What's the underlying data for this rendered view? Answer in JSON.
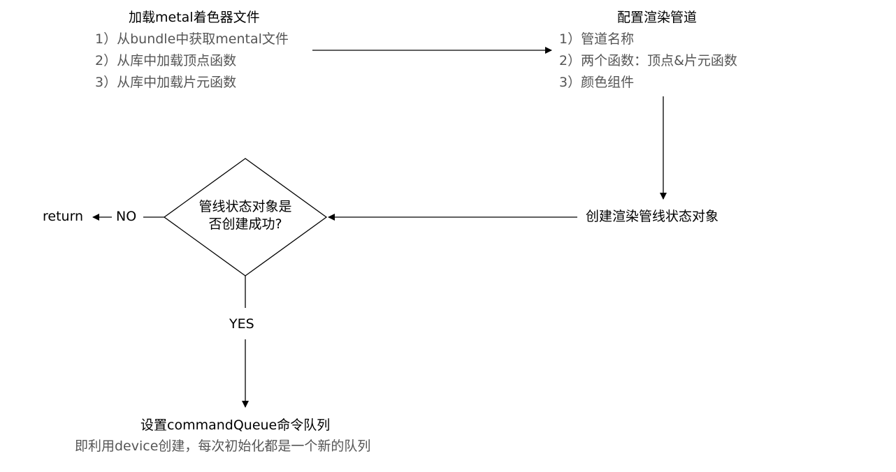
{
  "colors": {
    "line": "#000000",
    "primary_text": "#000000",
    "secondary_text": "#555555",
    "background": "#ffffff"
  },
  "load_shader": {
    "title": "加载metal着色器文件",
    "steps": [
      "1）从bundle中获取mental文件",
      "2）从库中加载顶点函数",
      "3）从库中加载片元函数"
    ]
  },
  "configure_pipeline": {
    "title": "配置渲染管道",
    "steps": [
      "1）管道名称",
      "2）两个函数：顶点&片元函数",
      "3）颜色组件"
    ]
  },
  "create_state": {
    "label": "创建渲染管线状态对象"
  },
  "decision": {
    "line1": "管线状态对象是",
    "line2": "否创建成功?",
    "no_label": "NO",
    "no_target": "return",
    "yes_label": "YES"
  },
  "command_queue": {
    "title": "设置commandQueue命令队列",
    "subtitle": "即利用device创建，每次初始化都是一个新的队列"
  }
}
